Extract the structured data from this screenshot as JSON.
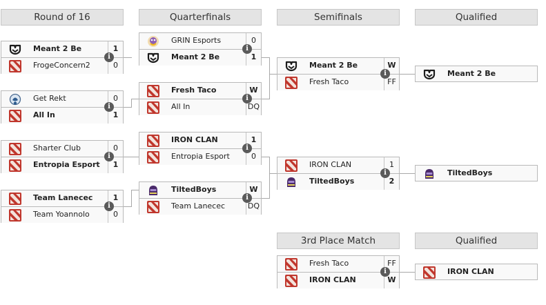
{
  "headers": {
    "r16": "Round of 16",
    "qf": "Quarterfinals",
    "sf": "Semifinals",
    "q1": "Qualified",
    "third": "3rd Place Match",
    "q2": "Qualified"
  },
  "icons": {
    "info": "i",
    "dota": "dota-logo-icon",
    "m2b": "meant-2-be-logo-icon",
    "grin": "grin-esports-logo-icon",
    "getrekt": "get-rekt-logo-icon",
    "tilted": "tiltedboys-logo-icon"
  },
  "colors": {
    "dota_red": "#c0362c",
    "header_bg": "#e4e4e4"
  },
  "r16": [
    {
      "t1": "Meant 2 Be",
      "s1": "1",
      "t2": "FrogeConcern2",
      "s2": "0"
    },
    {
      "t1": "Get Rekt",
      "s1": "0",
      "t2": "All In",
      "s2": "1"
    },
    {
      "t1": "Sharter Club",
      "s1": "0",
      "t2": "Entropia Esport",
      "s2": "1"
    },
    {
      "t1": "Team Lanecec",
      "s1": "1",
      "t2": "Team Yoannolo",
      "s2": "0"
    }
  ],
  "qf": [
    {
      "t1": "GRIN Esports",
      "s1": "0",
      "t2": "Meant 2 Be",
      "s2": "1"
    },
    {
      "t1": "Fresh Taco",
      "s1": "W",
      "t2": "All In",
      "s2": "DQ"
    },
    {
      "t1": "IRON CLAN",
      "s1": "1",
      "t2": "Entropia Esport",
      "s2": "0"
    },
    {
      "t1": "TiltedBoys",
      "s1": "W",
      "t2": "Team Lanecec",
      "s2": "DQ"
    }
  ],
  "sf": [
    {
      "t1": "Meant 2 Be",
      "s1": "W",
      "t2": "Fresh Taco",
      "s2": "FF"
    },
    {
      "t1": "IRON CLAN",
      "s1": "1",
      "t2": "TiltedBoys",
      "s2": "2"
    }
  ],
  "qualified": [
    "Meant 2 Be",
    "TiltedBoys"
  ],
  "third": {
    "t1": "Fresh Taco",
    "s1": "FF",
    "t2": "IRON CLAN",
    "s2": "W"
  },
  "third_qualified": "IRON CLAN"
}
